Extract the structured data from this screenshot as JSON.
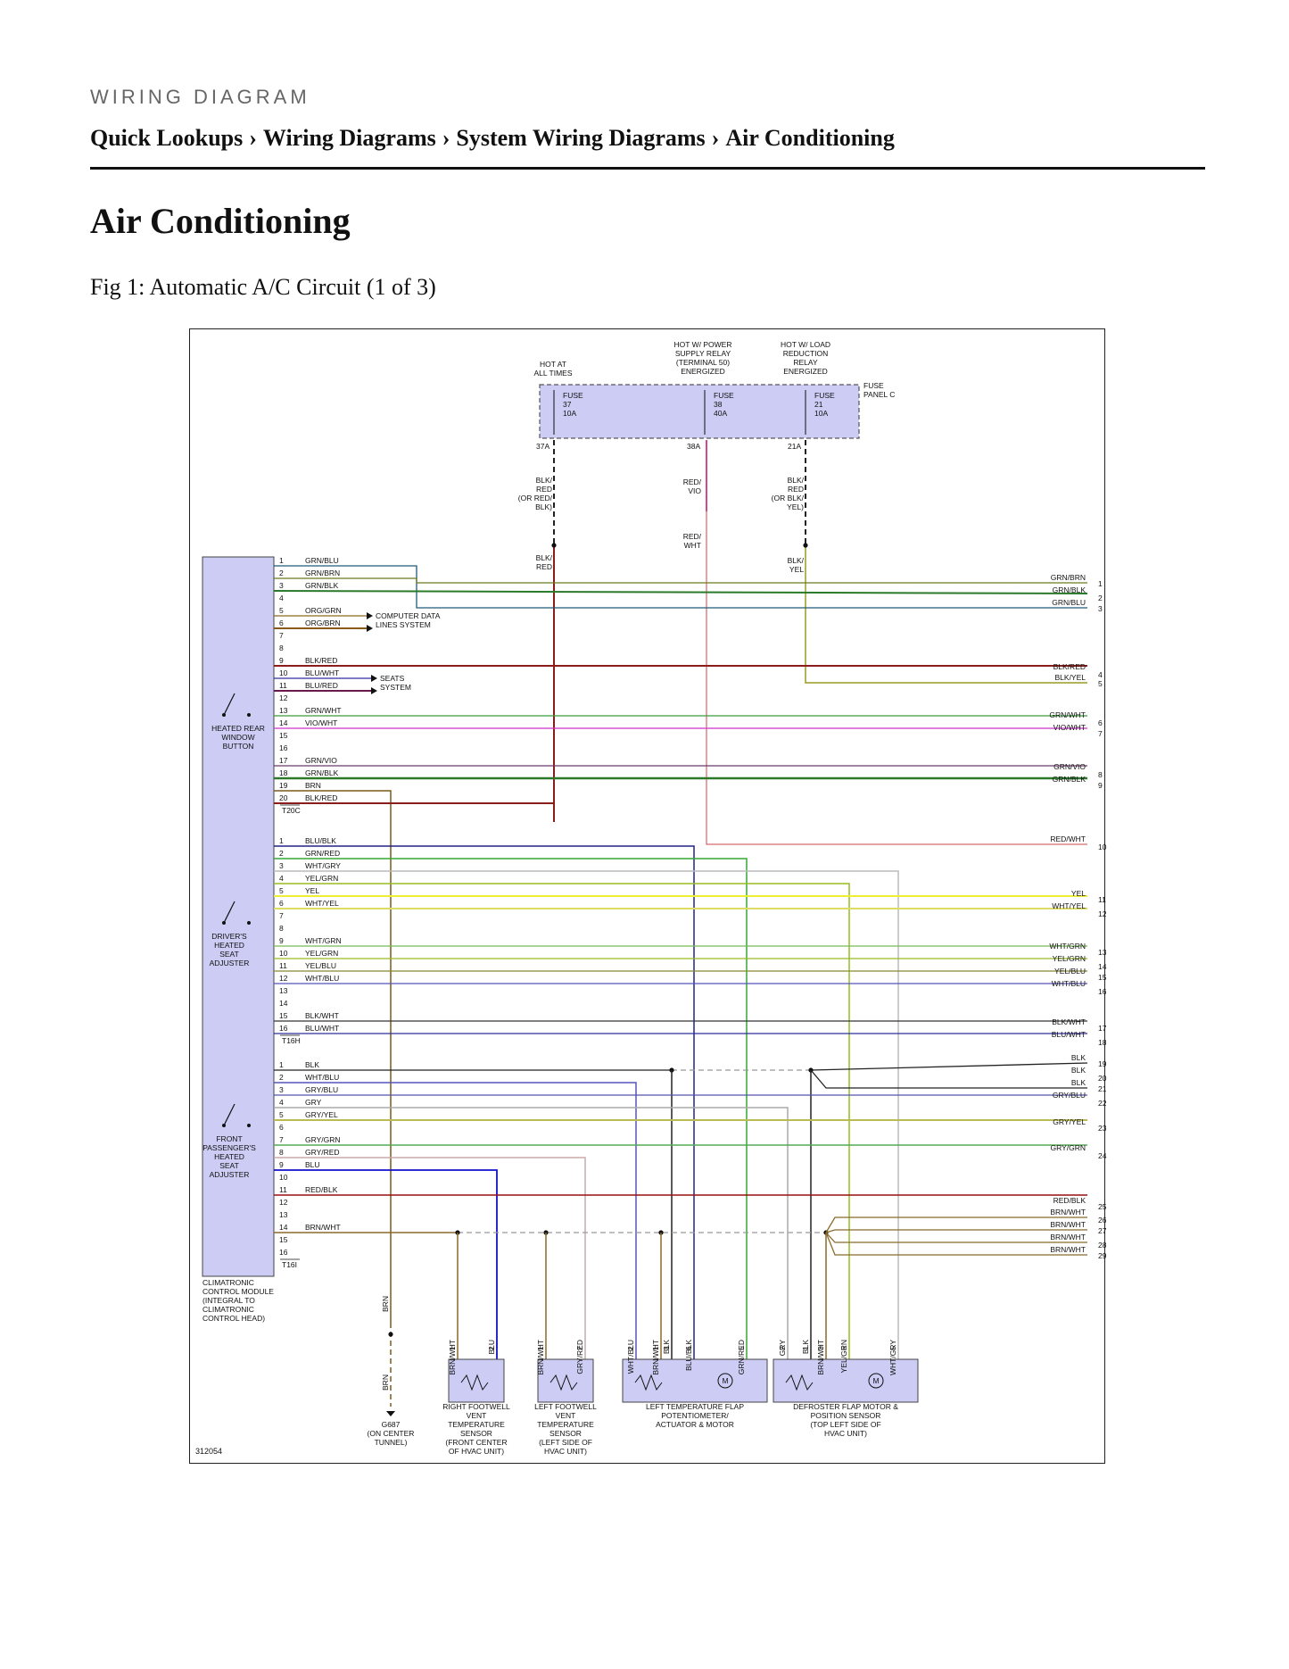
{
  "header": {
    "section_label": "WIRING DIAGRAM",
    "breadcrumb": [
      "Quick Lookups",
      "Wiring Diagrams",
      "System Wiring Diagrams",
      "Air Conditioning"
    ],
    "separator": "›"
  },
  "page_title": "Air Conditioning",
  "figure_caption": "Fig 1: Automatic A/C Circuit (1 of 3)",
  "diagram": {
    "diagram_id": "312054",
    "fuse_panel": {
      "label": "FUSE PANEL C",
      "sources": [
        {
          "text": [
            "HOT AT",
            "ALL TIMES"
          ]
        },
        {
          "text": [
            "HOT W/ POWER",
            "SUPPLY RELAY",
            "(TERMINAL 50)",
            "ENERGIZED"
          ]
        },
        {
          "text": [
            "HOT W/ LOAD",
            "REDUCTION",
            "RELAY",
            "ENERGIZED"
          ]
        }
      ],
      "fuses": [
        {
          "name": "FUSE",
          "number": "37",
          "rating": "10A",
          "terminal": "37A"
        },
        {
          "name": "FUSE",
          "number": "38",
          "rating": "40A",
          "terminal": "38A"
        },
        {
          "name": "FUSE",
          "number": "21",
          "rating": "10A",
          "terminal": "21A"
        }
      ],
      "feed_labels": {
        "f37": [
          "BLK/",
          "RED",
          "(OR RED/",
          "BLK)"
        ],
        "f38": [
          "RED/",
          "VIO"
        ],
        "f38b": [
          "RED/",
          "WHT"
        ],
        "f21": [
          "BLK/",
          "RED",
          "(OR BLK/",
          "YEL)"
        ],
        "f37b": [
          "BLK/",
          "RED"
        ],
        "f21b": [
          "BLK/",
          "YEL"
        ]
      }
    },
    "module": {
      "label": [
        "CLIMATRONIC",
        "CONTROL MODULE",
        "(INTEGRAL TO",
        "CLIMATRONIC",
        "CONTROL HEAD)"
      ],
      "switches": [
        [
          "HEATED REAR",
          "WINDOW",
          "BUTTON"
        ],
        [
          "DRIVER'S",
          "HEATED",
          "SEAT",
          "ADJUSTER"
        ],
        [
          "FRONT",
          "PASSENGER'S",
          "HEATED",
          "SEAT",
          "ADJUSTER"
        ]
      ],
      "connectors": [
        {
          "name": "T20C",
          "pins": [
            {
              "n": "1",
              "c": "GRN/BLU"
            },
            {
              "n": "2",
              "c": "GRN/BRN"
            },
            {
              "n": "3",
              "c": "GRN/BLK"
            },
            {
              "n": "4",
              "c": ""
            },
            {
              "n": "5",
              "c": "ORG/GRN"
            },
            {
              "n": "6",
              "c": "ORG/BRN"
            },
            {
              "n": "7",
              "c": ""
            },
            {
              "n": "8",
              "c": ""
            },
            {
              "n": "9",
              "c": "BLK/RED"
            },
            {
              "n": "10",
              "c": "BLU/WHT"
            },
            {
              "n": "11",
              "c": "BLU/RED"
            },
            {
              "n": "12",
              "c": ""
            },
            {
              "n": "13",
              "c": "GRN/WHT"
            },
            {
              "n": "14",
              "c": "VIO/WHT"
            },
            {
              "n": "15",
              "c": ""
            },
            {
              "n": "16",
              "c": ""
            },
            {
              "n": "17",
              "c": "GRN/VIO"
            },
            {
              "n": "18",
              "c": "GRN/BLK"
            },
            {
              "n": "19",
              "c": "BRN"
            },
            {
              "n": "20",
              "c": "BLK/RED"
            }
          ]
        },
        {
          "name": "T16H",
          "pins": [
            {
              "n": "1",
              "c": "BLU/BLK"
            },
            {
              "n": "2",
              "c": "GRN/RED"
            },
            {
              "n": "3",
              "c": "WHT/GRY"
            },
            {
              "n": "4",
              "c": "YEL/GRN"
            },
            {
              "n": "5",
              "c": "YEL"
            },
            {
              "n": "6",
              "c": "WHT/YEL"
            },
            {
              "n": "7",
              "c": ""
            },
            {
              "n": "8",
              "c": ""
            },
            {
              "n": "9",
              "c": "WHT/GRN"
            },
            {
              "n": "10",
              "c": "YEL/GRN"
            },
            {
              "n": "11",
              "c": "YEL/BLU"
            },
            {
              "n": "12",
              "c": "WHT/BLU"
            },
            {
              "n": "13",
              "c": ""
            },
            {
              "n": "14",
              "c": ""
            },
            {
              "n": "15",
              "c": "BLK/WHT"
            },
            {
              "n": "16",
              "c": "BLU/WHT"
            }
          ]
        },
        {
          "name": "T16I",
          "pins": [
            {
              "n": "1",
              "c": "BLK"
            },
            {
              "n": "2",
              "c": "WHT/BLU"
            },
            {
              "n": "3",
              "c": "GRY/BLU"
            },
            {
              "n": "4",
              "c": "GRY"
            },
            {
              "n": "5",
              "c": "GRY/YEL"
            },
            {
              "n": "6",
              "c": ""
            },
            {
              "n": "7",
              "c": "GRY/GRN"
            },
            {
              "n": "8",
              "c": "GRY/RED"
            },
            {
              "n": "9",
              "c": "BLU"
            },
            {
              "n": "10",
              "c": ""
            },
            {
              "n": "11",
              "c": "RED/BLK"
            },
            {
              "n": "12",
              "c": ""
            },
            {
              "n": "13",
              "c": ""
            },
            {
              "n": "14",
              "c": "BRN/WHT"
            },
            {
              "n": "15",
              "c": ""
            },
            {
              "n": "16",
              "c": ""
            }
          ]
        }
      ]
    },
    "destinations": [
      {
        "text": [
          "COMPUTER DATA",
          "LINES SYSTEM"
        ]
      },
      {
        "text": [
          "SEATS",
          "SYSTEM"
        ]
      }
    ],
    "right_outputs": [
      {
        "label": "GRN/BRN",
        "ref": "1"
      },
      {
        "label": "GRN/BLK",
        "ref": "2"
      },
      {
        "label": "GRN/BLU",
        "ref": "3"
      },
      {
        "label": "BLK/RED",
        "ref": "4"
      },
      {
        "label": "BLK/YEL",
        "ref": "5"
      },
      {
        "label": "GRN/WHT",
        "ref": "6"
      },
      {
        "label": "VIO/WHT",
        "ref": "7"
      },
      {
        "label": "GRN/VIO",
        "ref": "8"
      },
      {
        "label": "GRN/BLK",
        "ref": "9"
      },
      {
        "label": "RED/WHT",
        "ref": "10"
      },
      {
        "label": "YEL",
        "ref": "11"
      },
      {
        "label": "WHT/YEL",
        "ref": "12"
      },
      {
        "label": "WHT/GRN",
        "ref": "13"
      },
      {
        "label": "YEL/GRN",
        "ref": "14"
      },
      {
        "label": "YEL/BLU",
        "ref": "15"
      },
      {
        "label": "WHT/BLU",
        "ref": "16"
      },
      {
        "label": "BLK/WHT",
        "ref": "17"
      },
      {
        "label": "BLU/WHT",
        "ref": "18"
      },
      {
        "label": "BLK",
        "ref": "19"
      },
      {
        "label": "BLK",
        "ref": "20"
      },
      {
        "label": "BLK",
        "ref": "21"
      },
      {
        "label": "GRY/BLU",
        "ref": "22"
      },
      {
        "label": "GRY/YEL",
        "ref": "23"
      },
      {
        "label": "GRY/GRN",
        "ref": "24"
      },
      {
        "label": "RED/BLK",
        "ref": "25"
      },
      {
        "label": "BRN/WHT",
        "ref": "26"
      },
      {
        "label": "BRN/WHT",
        "ref": "27"
      },
      {
        "label": "BRN/WHT",
        "ref": "28"
      },
      {
        "label": "BRN/WHT",
        "ref": "29"
      }
    ],
    "ground": {
      "wire": "BRN",
      "name": "G687",
      "location": [
        "(ON CENTER",
        "TUNNEL)"
      ]
    },
    "components": [
      {
        "wires": [
          {
            "p": "1",
            "c": "BRN/WHT"
          },
          {
            "p": "2",
            "c": "BLU"
          }
        ],
        "label": [
          "RIGHT FOOTWELL",
          "VENT",
          "TEMPERATURE",
          "SENSOR",
          "(FRONT CENTER",
          "OF HVAC UNIT)"
        ]
      },
      {
        "wires": [
          {
            "p": "1",
            "c": "BRN/WHT"
          },
          {
            "p": "2",
            "c": "GRY/RED"
          }
        ],
        "label": [
          "LEFT FOOTWELL",
          "VENT",
          "TEMPERATURE",
          "SENSOR",
          "(LEFT SIDE OF",
          "HVAC UNIT)"
        ]
      },
      {
        "wires": [
          {
            "p": "2",
            "c": "WHT/BLU"
          },
          {
            "p": "1",
            "c": "BRN/WHT"
          },
          {
            "p": "3",
            "c": "BLK"
          },
          {
            "p": "6",
            "c": "BLU/BLK"
          },
          {
            "p": "5",
            "c": "GRN/RED"
          }
        ],
        "label": [
          "LEFT TEMPERATURE FLAP",
          "POTENTIOMETER/",
          "ACTUATOR & MOTOR"
        ]
      },
      {
        "wires": [
          {
            "p": "2",
            "c": "GRY"
          },
          {
            "p": "1",
            "c": "BLK"
          },
          {
            "p": "3",
            "c": "BRN/WHT"
          },
          {
            "p": "6",
            "c": "YEL/GRN"
          },
          {
            "p": "5",
            "c": "WHT/GRY"
          }
        ],
        "label": [
          "DEFROSTER FLAP MOTOR &",
          "POSITION SENSOR",
          "(TOP LEFT SIDE OF",
          "HVAC UNIT)"
        ]
      }
    ],
    "motor_symbol": "M"
  }
}
